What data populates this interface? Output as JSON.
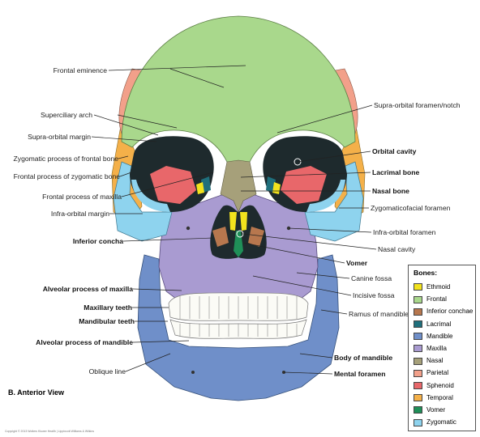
{
  "labels": {
    "frontal_eminence": "Frontal eminence",
    "superciliary_arch": "Superciliary arch",
    "supra_orbital_margin": "Supra-orbital margin",
    "zygomatic_process_frontal": "Zygomatic process of frontal bone",
    "frontal_process_zygomatic": "Frontal process of zygomatic bone",
    "frontal_process_maxilla": "Frontal process of maxilla",
    "infra_orbital_margin": "Infra-orbital margin",
    "inferior_concha": "Inferior concha",
    "alveolar_maxilla": "Alveolar process of maxilla",
    "maxillary_teeth": "Maxillary teeth",
    "mandibular_teeth": "Mandibular teeth",
    "alveolar_mandible": "Alveolar process of mandible",
    "oblique_line": "Oblique line",
    "supra_orbital_foramen": "Supra-orbital foramen/notch",
    "orbital_cavity": "Orbital cavity",
    "lacrimal_bone": "Lacrimal bone",
    "nasal_bone": "Nasal bone",
    "zygomaticofacial": "Zygomaticofacial foramen",
    "infra_orbital_foramen": "Infra-orbital foramen",
    "nasal_cavity": "Nasal cavity",
    "vomer": "Vomer",
    "canine_fossa": "Canine fossa",
    "incisive_fossa": "Incisive fossa",
    "ramus": "Ramus of mandible",
    "body_mandible": "Body of mandible",
    "mental_foramen": "Mental foramen"
  },
  "view_caption": "B. Anterior View",
  "copyright": "Copyright © 2013 Wolters Kluwer Health | Lippincott Williams & Wilkins",
  "legend": {
    "title": "Bones:",
    "items": [
      {
        "name": "Ethmoid",
        "color": "#f2e21d"
      },
      {
        "name": "Frontal",
        "color": "#a9d88c"
      },
      {
        "name": "Inferior conchae",
        "color": "#b7774e"
      },
      {
        "name": "Lacrimal",
        "color": "#1f6f7c"
      },
      {
        "name": "Mandible",
        "color": "#6f8fc9"
      },
      {
        "name": "Maxilla",
        "color": "#a99bd1"
      },
      {
        "name": "Nasal",
        "color": "#a6a07a"
      },
      {
        "name": "Parietal",
        "color": "#f2a08a"
      },
      {
        "name": "Sphenoid",
        "color": "#e8676a"
      },
      {
        "name": "Temporal",
        "color": "#f4b049"
      },
      {
        "name": "Vomer",
        "color": "#1f8f58"
      },
      {
        "name": "Zygomatic",
        "color": "#8ed3ee"
      }
    ]
  }
}
